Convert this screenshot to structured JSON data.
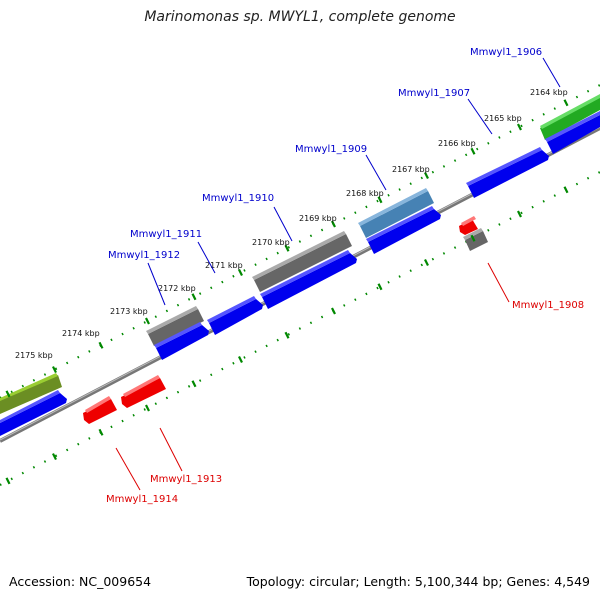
{
  "title": "Marinomonas sp. MWYL1, complete genome",
  "footer": {
    "accession": "Accession: NC_009654",
    "summary": "Topology: circular; Length: 5,100,344 bp; Genes: 4,549"
  },
  "colors": {
    "forward_label": "#0000cc",
    "reverse_label": "#dd0000",
    "backbone": "#777777",
    "tick": "#008800"
  },
  "tick_labels": [
    "2164 kbp",
    "2165 kbp",
    "2166 kbp",
    "2167 kbp",
    "2168 kbp",
    "2169 kbp",
    "2170 kbp",
    "2171 kbp",
    "2172 kbp",
    "2173 kbp",
    "2174 kbp",
    "2175 kbp"
  ],
  "gene_labels": [
    {
      "text": "Mmwyl1_1906",
      "strand": "forward"
    },
    {
      "text": "Mmwyl1_1907",
      "strand": "forward"
    },
    {
      "text": "Mmwyl1_1909",
      "strand": "forward"
    },
    {
      "text": "Mmwyl1_1910",
      "strand": "forward"
    },
    {
      "text": "Mmwyl1_1911",
      "strand": "forward"
    },
    {
      "text": "Mmwyl1_1912",
      "strand": "forward"
    },
    {
      "text": "Mmwyl1_1908",
      "strand": "reverse"
    },
    {
      "text": "Mmwyl1_1913",
      "strand": "reverse"
    },
    {
      "text": "Mmwyl1_1914",
      "strand": "reverse"
    }
  ],
  "features": [
    {
      "id": "cog_1906",
      "color": "#33cc33"
    },
    {
      "id": "cog_1909",
      "color": "#4682b4"
    },
    {
      "id": "cog_1910",
      "color": "#666666"
    },
    {
      "id": "cog_1912",
      "color": "#666666"
    },
    {
      "id": "cog_1908",
      "color": "#666666"
    },
    {
      "id": "cog_left",
      "color": "#6b8e23"
    },
    {
      "id": "cds_forward",
      "color": "#0000ee"
    },
    {
      "id": "cds_reverse",
      "color": "#ee0000"
    }
  ]
}
